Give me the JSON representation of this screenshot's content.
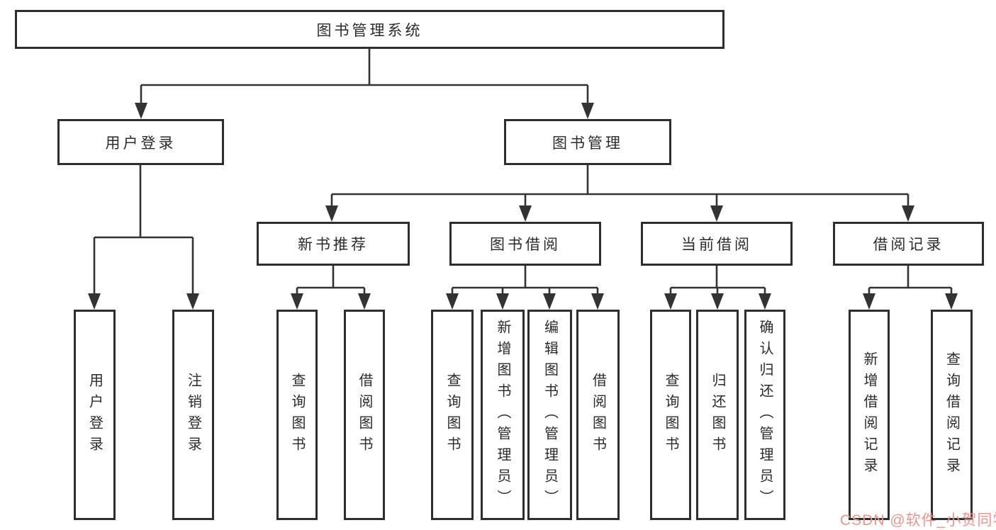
{
  "colors": {
    "line": "#333333",
    "box_border": "#2e2e2e",
    "text": "#2b2b2b",
    "background": "#ffffff",
    "watermark": "#ef938b"
  },
  "watermark": {
    "text": "CSDN @软件_小贺同学"
  },
  "tree": {
    "root": "图书管理系统",
    "branches": [
      {
        "label": "用户登录",
        "children": [
          "用户登录",
          "注销登录"
        ]
      },
      {
        "label": "图书管理",
        "groups": [
          {
            "label": "新书推荐",
            "children": [
              "查询图书",
              "借阅图书"
            ]
          },
          {
            "label": "图书借阅",
            "children": [
              "查询图书",
              "新增图书（管理员）",
              "编辑图书（管理员）",
              "借阅图书"
            ]
          },
          {
            "label": "当前借阅",
            "children": [
              "查询图书",
              "归还图书",
              "确认归还（管理员）"
            ]
          },
          {
            "label": "借阅记录",
            "children": [
              "新增借阅记录",
              "查询借阅记录"
            ]
          }
        ]
      }
    ]
  }
}
